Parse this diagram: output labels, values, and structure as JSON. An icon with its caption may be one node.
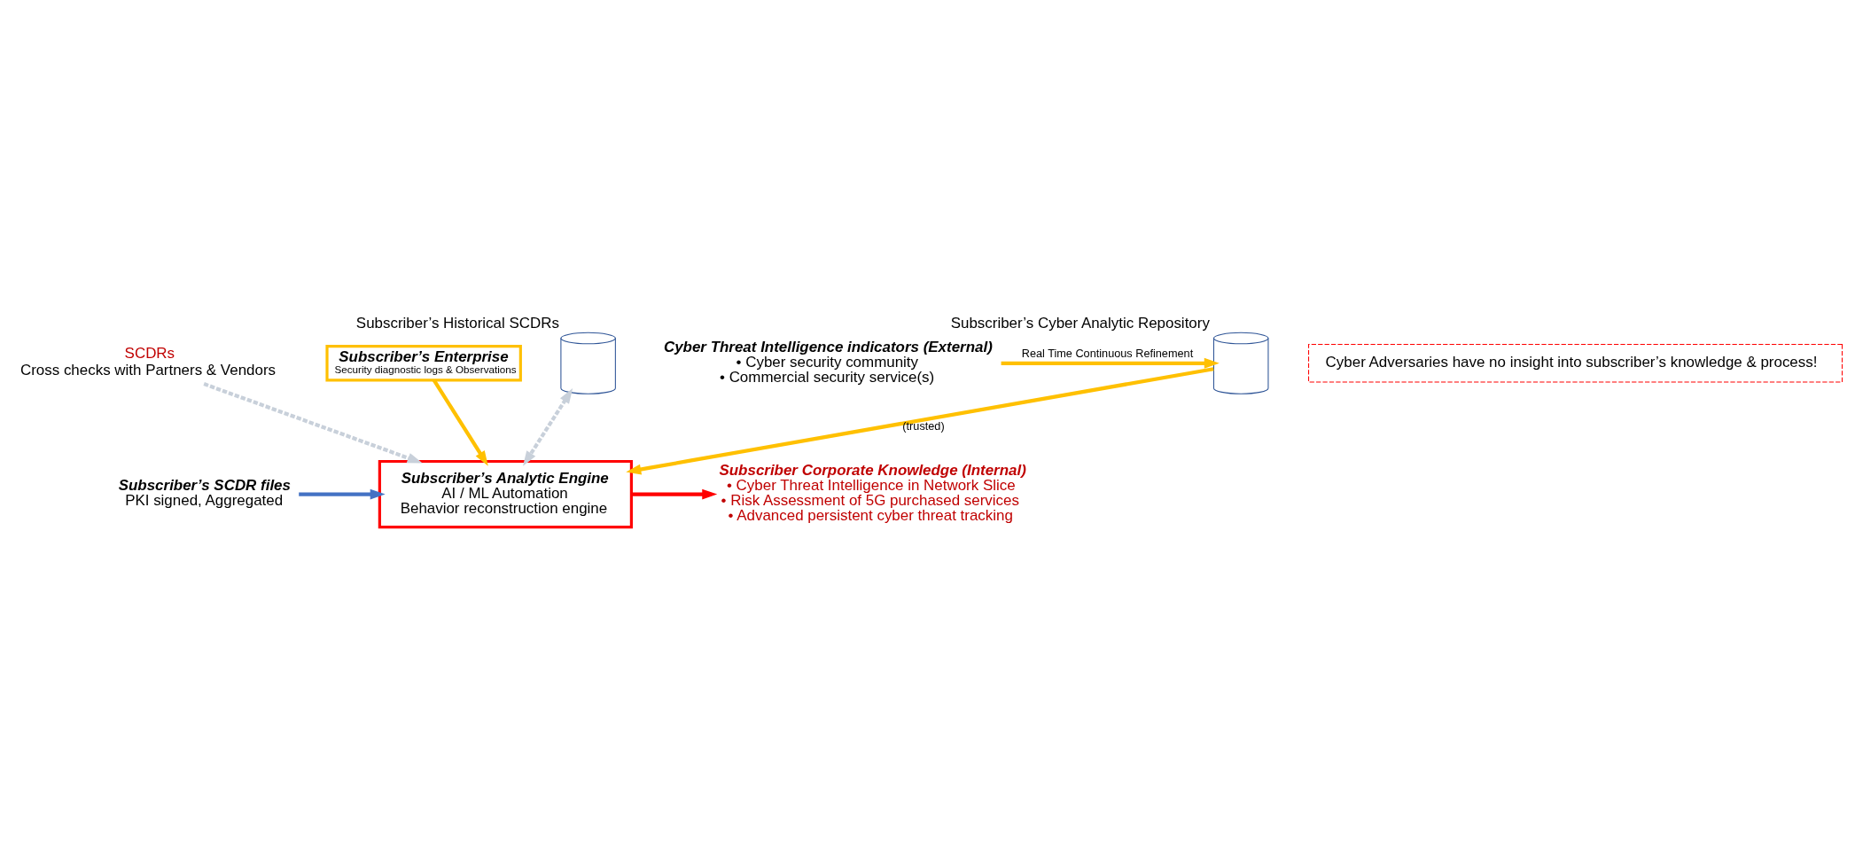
{
  "diagram": {
    "nodes": [
      {
        "text": [
          "SCDRs",
          "Cross checks with Partners & Vendors"
        ]
      },
      {
        "text": [
          "Subscriber’s Enterprise",
          "Security diagnostic logs & Observations"
        ]
      },
      {
        "text": [
          "Subscriber’s SCDR files",
          "PKI signed, Aggregated"
        ]
      },
      {
        "text": [
          "Subscriber’s Analytic Engine",
          "AI / ML Automation",
          "Behavior reconstruction engine"
        ]
      },
      {
        "text": [
          "Subscriber Corporate Knowledge (Internal)",
          "• Cyber Threat Intelligence in Network Slice",
          "• Risk Assessment of 5G purchased services",
          "• Advanced persistent cyber threat tracking"
        ]
      },
      {
        "text": [],
        "shape": "cylinder",
        "beside": [
          "Subscriber’s Historical SCDRs"
        ]
      },
      {
        "text": [],
        "shape": "cylinder",
        "beside": [
          "Subscriber’s Cyber Analytic Repository"
        ]
      },
      {
        "text": [
          "Cyber Threat Intelligence indicators (External)",
          "• Cyber security community",
          "• Commercial security service(s)"
        ]
      },
      {
        "text": [
          "Cyber Adversaries have no insight into subscriber’s knowledge & process!"
        ]
      }
    ],
    "edges": [
      {
        "from": 0,
        "to": 3,
        "arrow": "to",
        "style": "dashed",
        "color": "#c8d0da"
      },
      {
        "from": 1,
        "to": 3,
        "arrow": "to",
        "color": "#ffc000"
      },
      {
        "from": 2,
        "to": 3,
        "arrow": "to",
        "color": "#4472c4"
      },
      {
        "from": 3,
        "to": 4,
        "arrow": "to",
        "color": "#ff0000"
      },
      {
        "from": 5,
        "to": 3,
        "arrow": "both",
        "style": "dashed",
        "color": "#c8d0da"
      },
      {
        "from": 6,
        "to": 3,
        "arrow": "to",
        "label": "(trusted)",
        "color": "#ffc000"
      },
      {
        "from": 7,
        "to": 6,
        "arrow": "to",
        "label": "Real Time Continuous Refinement",
        "color": "#ffc000"
      }
    ]
  }
}
